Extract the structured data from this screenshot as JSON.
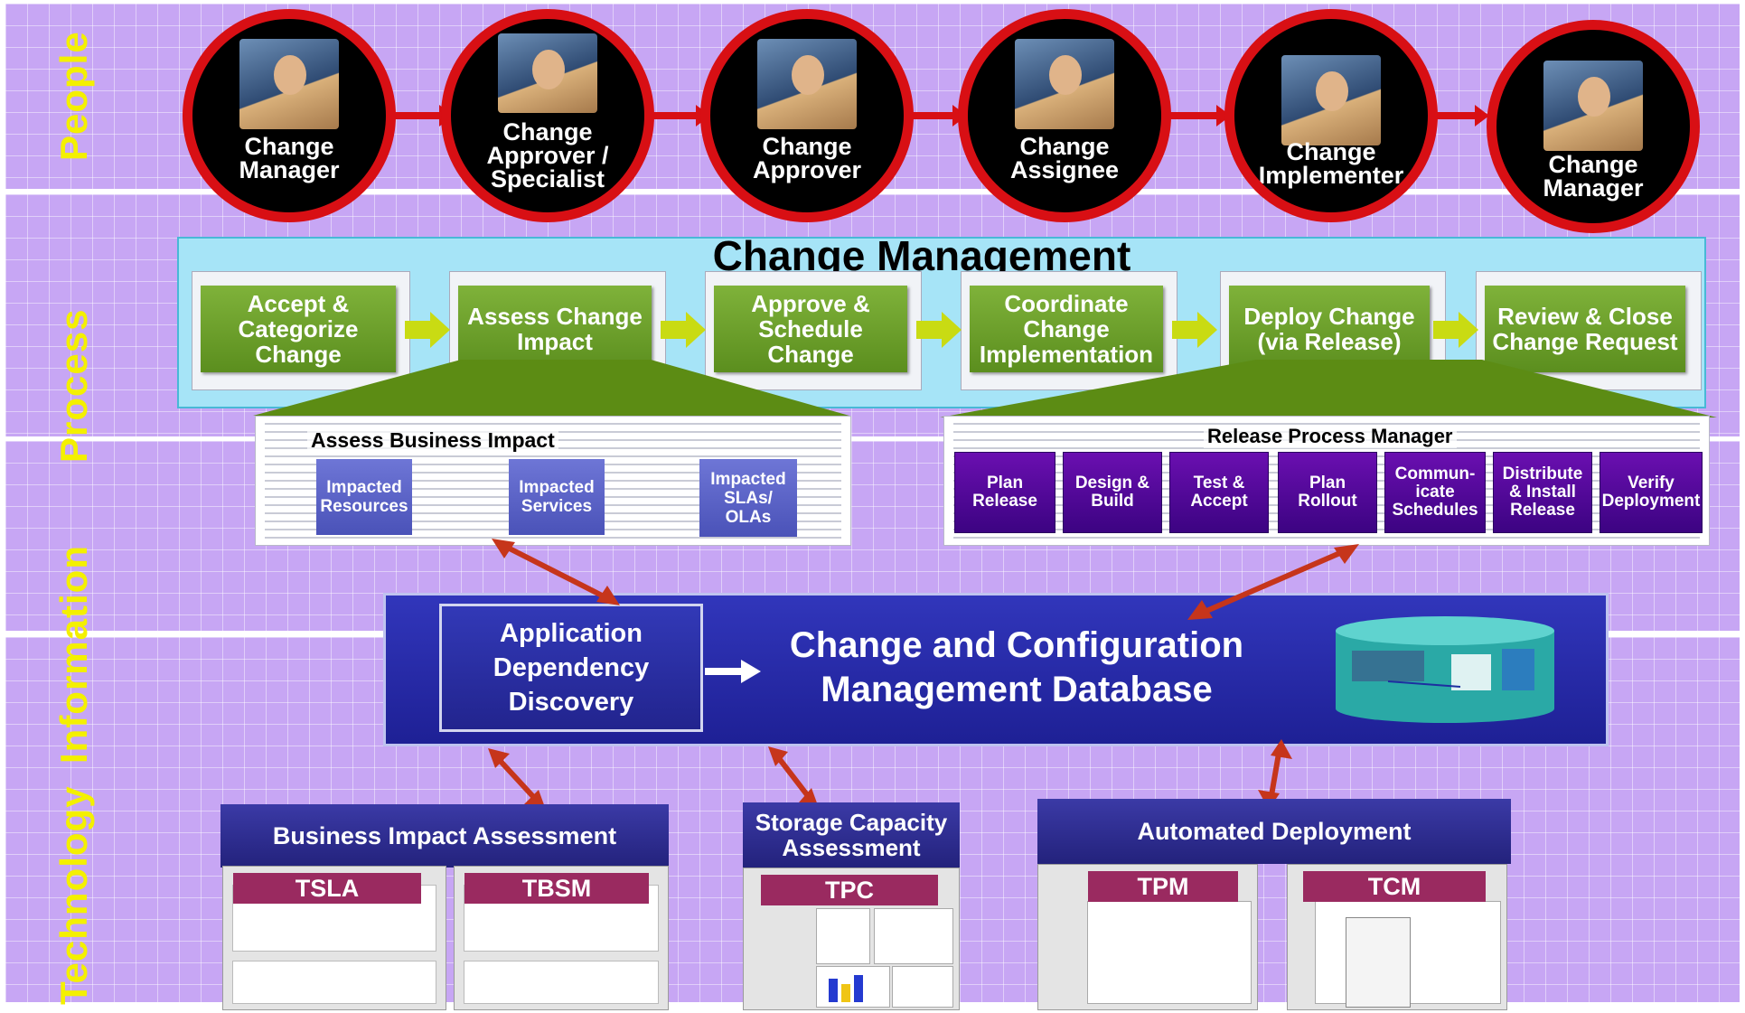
{
  "bands": {
    "people": "People",
    "process": "Process",
    "information": "Information",
    "technology": "Technology"
  },
  "people": [
    "Change\nManager",
    "Change\nApprover /\nSpecialist",
    "Change\nApprover",
    "Change\nAssignee",
    "Change\nImplementer",
    "Change\nManager"
  ],
  "process": {
    "title": "Change Management",
    "steps": [
      "Accept &\nCategorize\nChange",
      "Assess Change\nImpact",
      "Approve &\nSchedule\nChange",
      "Coordinate\nChange\nImplementation",
      "Deploy Change\n(via Release)",
      "Review & Close\nChange Request"
    ],
    "assess": {
      "title": "Assess Business Impact",
      "boxes": [
        "Impacted\nResources",
        "Impacted\nServices",
        "Impacted\nSLAs/\nOLAs"
      ]
    },
    "release": {
      "title": "Release Process Manager",
      "boxes": [
        "Plan\nRelease",
        "Design &\nBuild",
        "Test &\nAccept",
        "Plan\nRollout",
        "Commun-\nicate\nSchedules",
        "Distribute\n& Install\nRelease",
        "Verify\nDeployment"
      ]
    }
  },
  "information": {
    "discovery": "Application\nDependency\nDiscovery",
    "cmdb": "Change and Configuration\nManagement Database"
  },
  "technology": {
    "groups": [
      "Business Impact Assessment",
      "Storage Capacity\nAssessment",
      "Automated Deployment"
    ],
    "tools": [
      "TSLA",
      "TBSM",
      "TPC",
      "TPM",
      "TCM"
    ]
  },
  "colors": {
    "band": "#c7a6f4",
    "label": "#f4f000",
    "person_ring": "#d80f14",
    "process_green": "#6a9e2a",
    "release_purple": "#4f08a0",
    "cmdb_blue": "#2326a8",
    "tool_label": "#9a2a60"
  }
}
